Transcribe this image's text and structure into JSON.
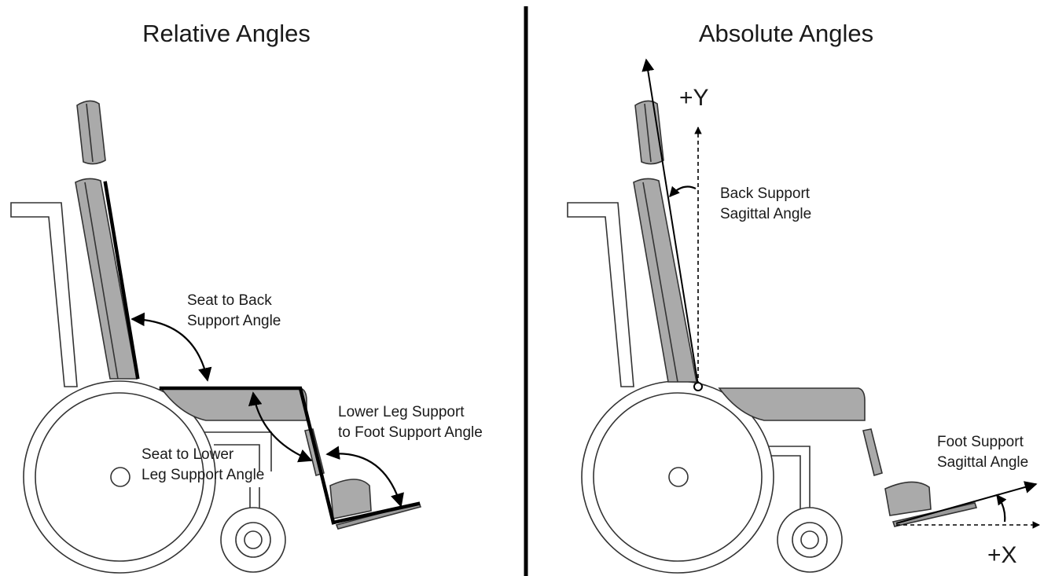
{
  "left_panel": {
    "title": "Relative Angles",
    "labels": {
      "seat_back": [
        "Seat to Back",
        "Support Angle"
      ],
      "seat_leg": [
        "Seat to Lower",
        "Leg Support Angle"
      ],
      "leg_foot": [
        "Lower Leg Support",
        "to Foot Support Angle"
      ]
    }
  },
  "right_panel": {
    "title": "Absolute Angles",
    "labels": {
      "back_sagittal": [
        "Back Support",
        "Sagittal Angle"
      ],
      "foot_sagittal": [
        "Foot Support",
        "Sagittal Angle"
      ]
    },
    "axes": {
      "y": "+Y",
      "x": "+X"
    }
  }
}
